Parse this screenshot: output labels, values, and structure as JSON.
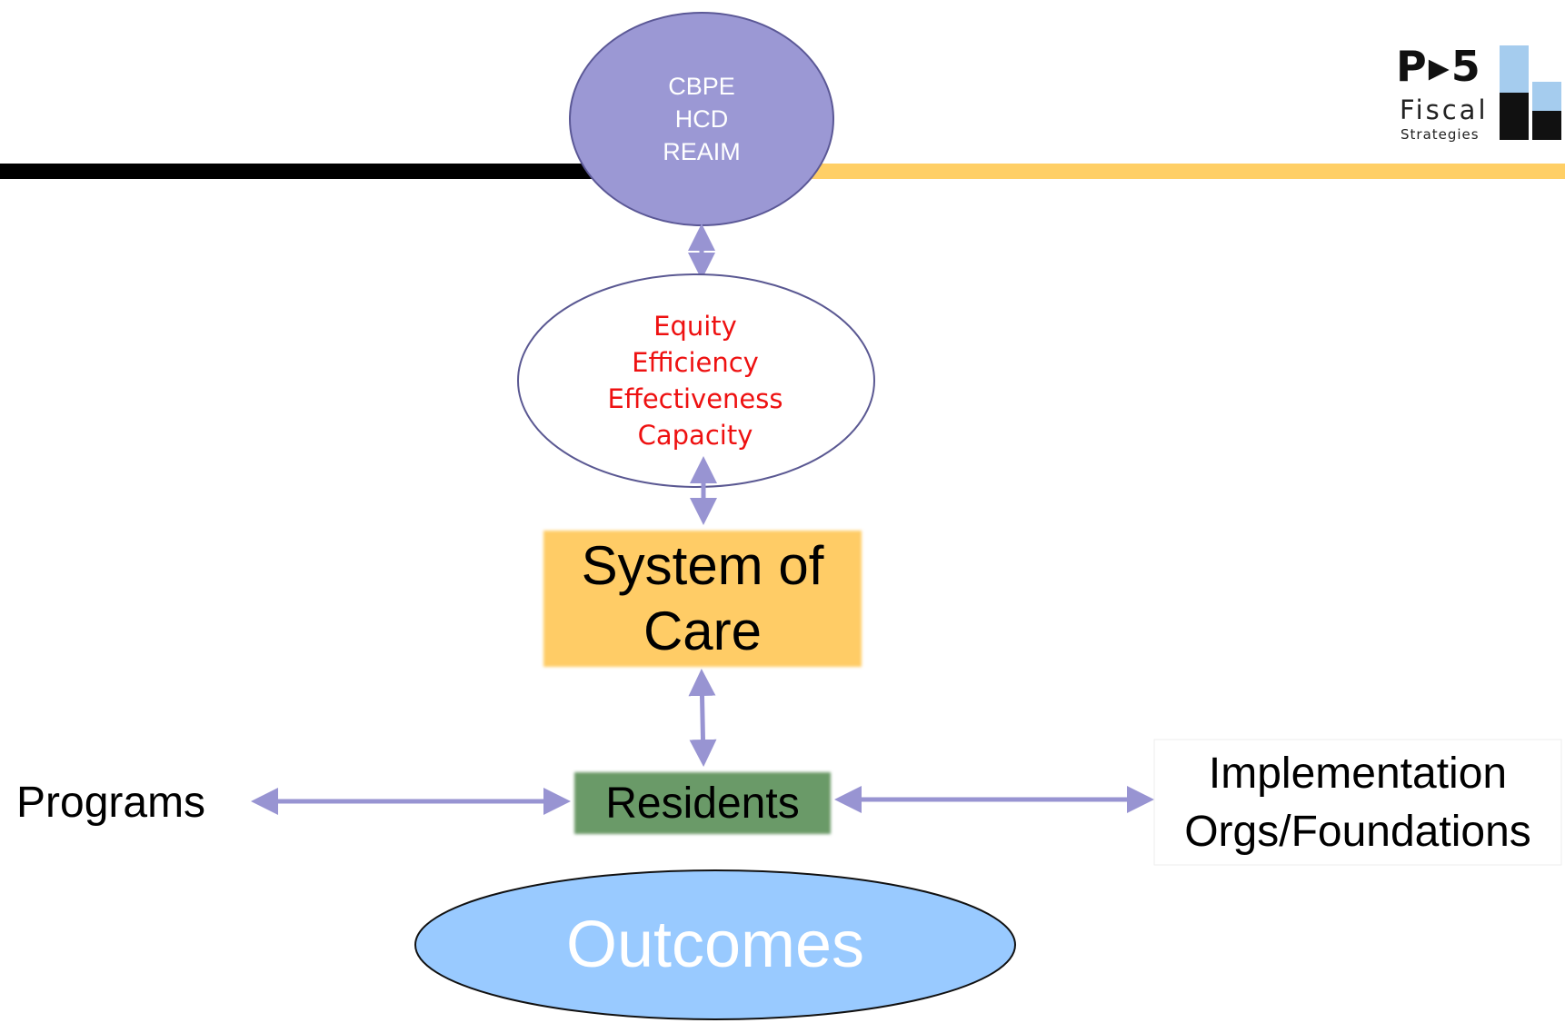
{
  "colors": {
    "bar_left": "#000000",
    "bar_right": "#ffcf66",
    "top_oval": "#9b98d4",
    "arrow": "#9894d2",
    "system_box": "#ffcc66",
    "residents_box": "#6a9a68",
    "outcomes_oval": "#99caff",
    "values_text": "#ee1111"
  },
  "top_oval": {
    "lines": [
      "CBPE",
      "HCD",
      "REAIM"
    ]
  },
  "values_oval": {
    "lines": [
      "Equity",
      "Efficiency",
      "Effectiveness",
      "Capacity"
    ]
  },
  "system_of_care": {
    "lines": [
      "System of",
      "Care"
    ]
  },
  "residents": {
    "label": "Residents"
  },
  "programs": {
    "label": "Programs"
  },
  "implementation": {
    "lines": [
      "Implementation",
      "Orgs/Foundations"
    ]
  },
  "outcomes": {
    "label": "Outcomes"
  },
  "logo": {
    "mark": "P▸5",
    "name": "Fiscal",
    "tagline": "Strategies"
  }
}
